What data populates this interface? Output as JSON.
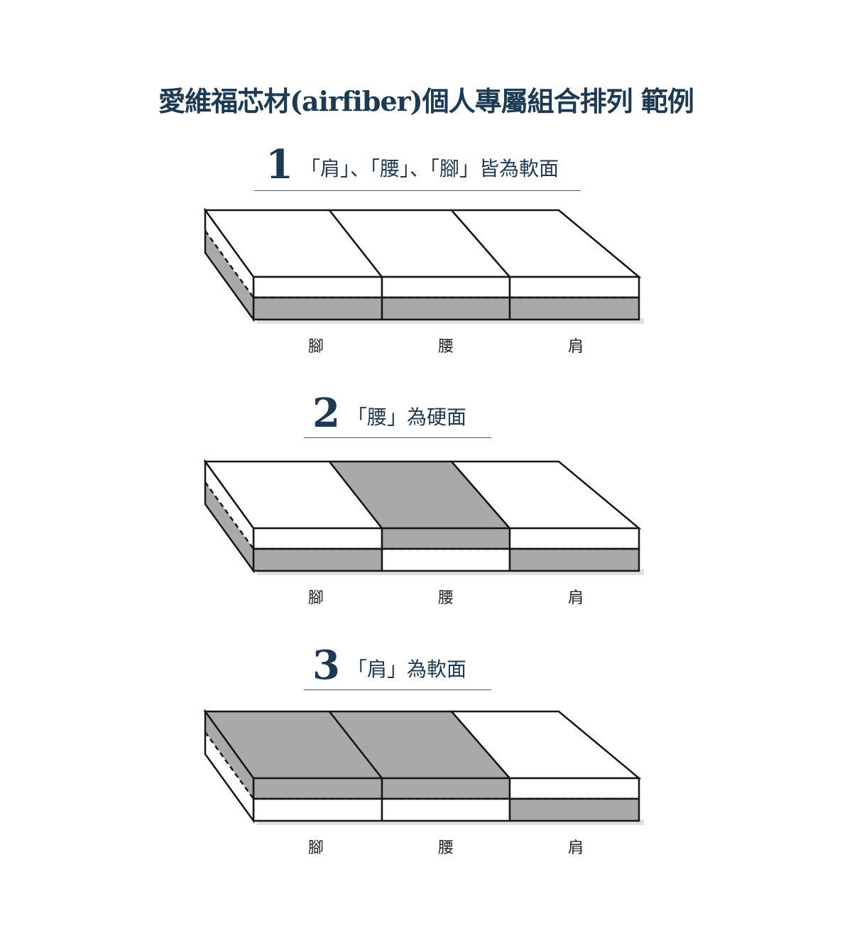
{
  "title": "愛維福芯材(airfiber)個人專屬組合排列 範例",
  "colors": {
    "title": "#1d3a55",
    "hard": "#a9a9a9",
    "soft": "#ffffff",
    "line": "#1a1414"
  },
  "examples": [
    {
      "number": "1",
      "text": "「肩」、「腰」、「腳」皆為軟面",
      "zones": [
        {
          "label": "腳",
          "hard": false
        },
        {
          "label": "腰",
          "hard": false
        },
        {
          "label": "肩",
          "hard": false
        }
      ]
    },
    {
      "number": "2",
      "text": "「腰」為硬面",
      "zones": [
        {
          "label": "腳",
          "hard": false
        },
        {
          "label": "腰",
          "hard": true
        },
        {
          "label": "肩",
          "hard": false
        }
      ]
    },
    {
      "number": "3",
      "text": "「肩」為軟面",
      "zones": [
        {
          "label": "腳",
          "hard": true
        },
        {
          "label": "腰",
          "hard": true
        },
        {
          "label": "肩",
          "hard": false
        }
      ]
    }
  ]
}
